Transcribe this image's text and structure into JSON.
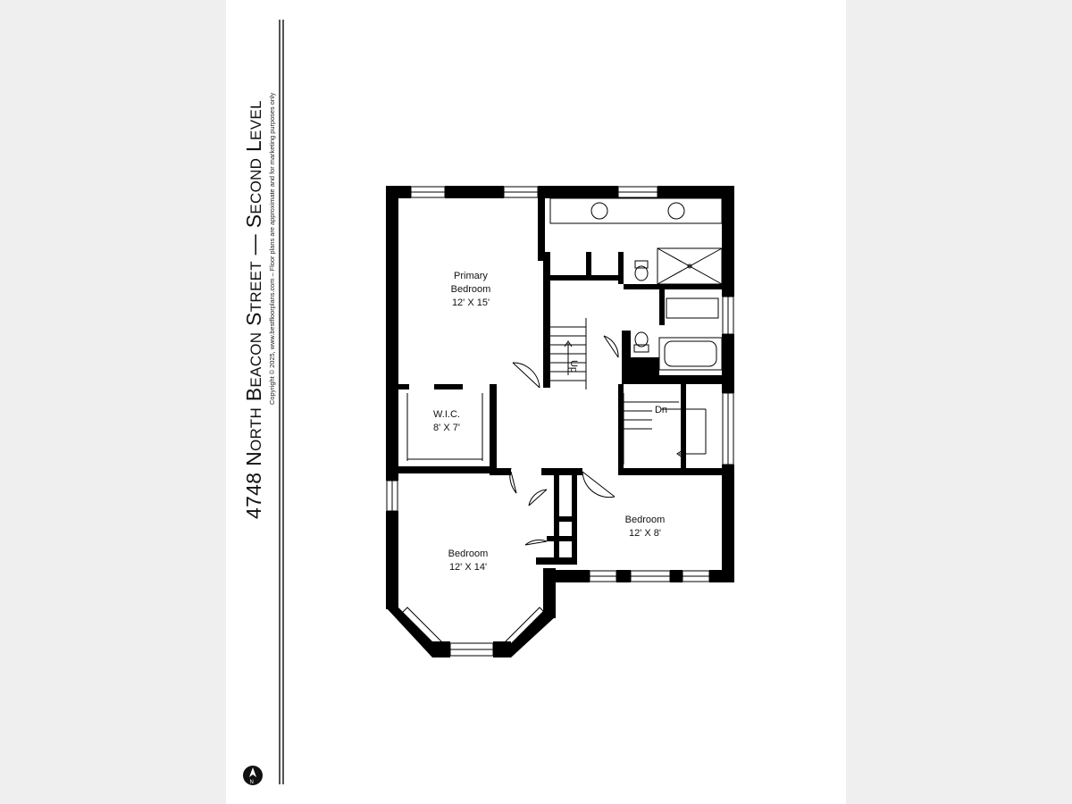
{
  "header": {
    "title_number": "4748",
    "title_word_1_initial": "N",
    "title_word_1_rest": "ORTH",
    "title_word_2_initial": "B",
    "title_word_2_rest": "EACON",
    "title_word_3_initial": "S",
    "title_word_3_rest": "TREET",
    "title_dash": "—",
    "title_word_4_initial": "S",
    "title_word_4_rest": "ECOND",
    "title_word_5_initial": "L",
    "title_word_5_rest": "EVEL",
    "subtitle": "Copyright © 2025, www.bestfloorplans.com – Floor plans are approximate and for marketing purposes only"
  },
  "rooms": {
    "primary_bedroom": {
      "name_line1": "Primary",
      "name_line2": "Bedroom",
      "size": "12' X 15'"
    },
    "wic": {
      "name": "W.I.C.",
      "size": "8' X 7'"
    },
    "bedroom_2": {
      "name": "Bedroom",
      "size": "12' X 8'"
    },
    "bedroom_3": {
      "name": "Bedroom",
      "size": "12' X 14'"
    }
  },
  "stairs": {
    "up_label": "Up",
    "down_label": "Dn"
  },
  "colors": {
    "wall": "#000000",
    "background": "#efefef",
    "sheet": "#ffffff"
  },
  "icons": {
    "compass": "compass-icon"
  }
}
